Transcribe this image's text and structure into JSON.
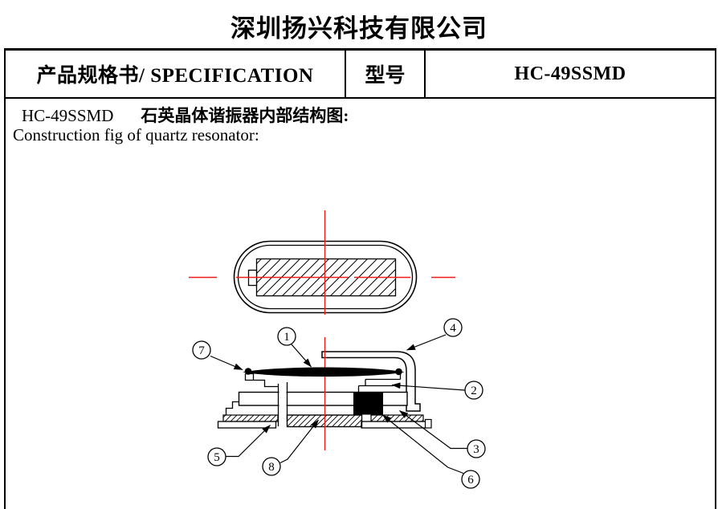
{
  "page": {
    "title": "深圳扬兴科技有限公司"
  },
  "spec_table": {
    "spec_label": "产品规格书/ SPECIFICATION",
    "model_label": "型号",
    "model_value": "HC-49SSMD"
  },
  "section": {
    "model": "HC-49SSMD",
    "heading_cn": "石英晶体谐振器内部结构图:",
    "heading_en": "Construction fig of quartz resonator:"
  },
  "diagram": {
    "centerline_color": "#ee1b17",
    "line_color": "#000000",
    "callouts": [
      {
        "label": "1"
      },
      {
        "label": "2"
      },
      {
        "label": "3"
      },
      {
        "label": "4"
      },
      {
        "label": "5"
      },
      {
        "label": "6"
      },
      {
        "label": "7"
      },
      {
        "label": "8"
      }
    ]
  }
}
